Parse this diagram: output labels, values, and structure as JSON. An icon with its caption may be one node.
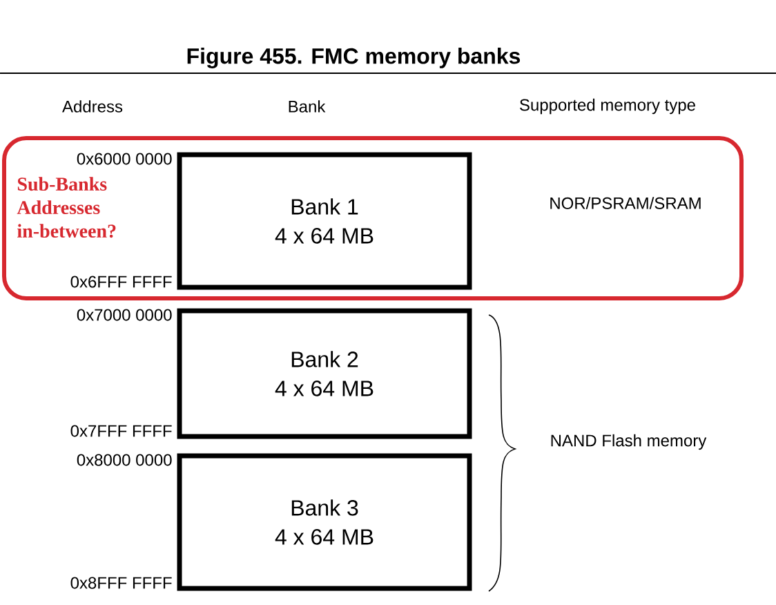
{
  "diagram": {
    "title": "Figure 455. FMC memory banks",
    "nodes": [
      {
        "text": [
          "Sub-Banks Addresses in-between?"
        ]
      },
      {
        "text": [
          "Bank 1",
          "4 x 64 MB"
        ],
        "in": 0,
        "beside": [
          "0x6000 0000",
          "0x6FFF FFFF"
        ]
      },
      {
        "text": [
          "Bank 2",
          "4 x 64 MB"
        ],
        "beside": [
          "0x7000 0000",
          "0x7FFF FFFF"
        ]
      },
      {
        "text": [
          "Bank 3",
          "4 x 64 MB"
        ],
        "beside": [
          "0x8000 0000",
          "0x8FFF FFFF"
        ]
      }
    ],
    "labels": [
      "Address",
      "Bank",
      "Supported memory type",
      "NOR/PSRAM/SRAM",
      "NAND Flash memory"
    ]
  }
}
